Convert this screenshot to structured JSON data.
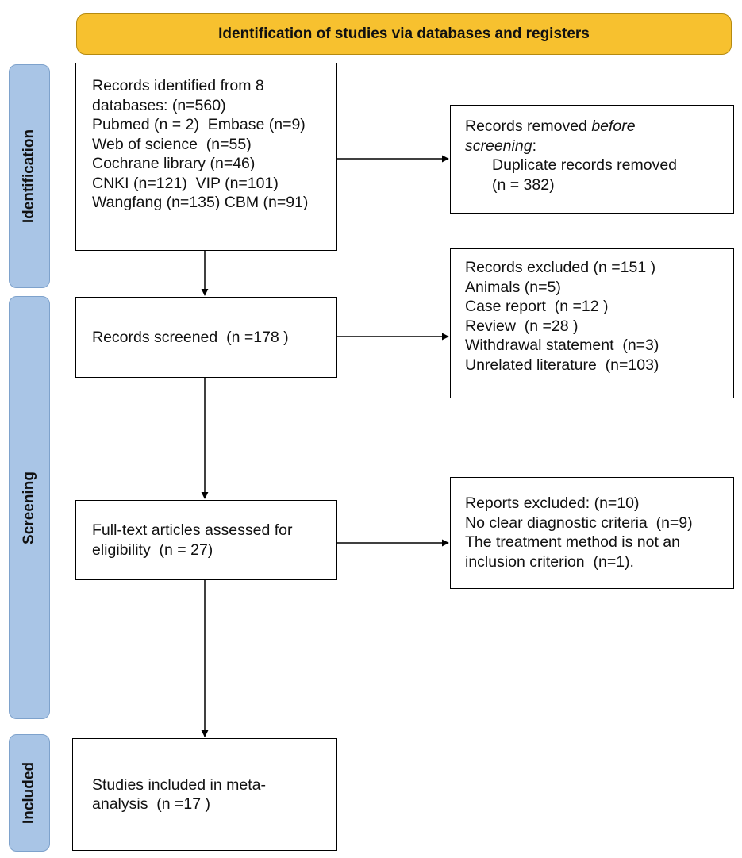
{
  "header": {
    "title": "Identification of studies via databases and registers"
  },
  "phases": {
    "identification": "Identification",
    "screening": "Screening",
    "included": "Included"
  },
  "boxes": {
    "records_identified": [
      "Records identified from 8",
      "databases: (n=560)",
      "Pubmed (n = 2)  Embase (n=9)",
      "Web of science  (n=55)",
      "Cochrane library (n=46)",
      "CNKI (n=121)  VIP (n=101)",
      "Wangfang (n=135) CBM (n=91)"
    ],
    "removed_before_screening": {
      "line1": "Records removed ",
      "line1_em": "before",
      "line2": "screening",
      "line2_tail": ":",
      "line3": "Duplicate records removed",
      "line4": "(n = 382)"
    },
    "records_screened": "Records screened  (n =178 )",
    "records_excluded": [
      "Records excluded (n =151 )",
      "Animals (n=5)",
      "Case report  (n =12 )",
      "Review  (n =28 )",
      "Withdrawal statement  (n=3)",
      "Unrelated literature  (n=103)"
    ],
    "full_text": [
      "Full-text articles assessed for",
      "eligibility  (n = 27)"
    ],
    "reports_excluded": [
      "Reports excluded: (n=10)",
      "No clear diagnostic criteria  (n=9)",
      "The treatment method is not an",
      "inclusion criterion  (n=1)."
    ],
    "studies_included": [
      "Studies included in meta-",
      "analysis  (n =17 )"
    ]
  },
  "colors": {
    "banner_fill": "#f7c12f",
    "phase_fill": "#a9c5e6"
  }
}
